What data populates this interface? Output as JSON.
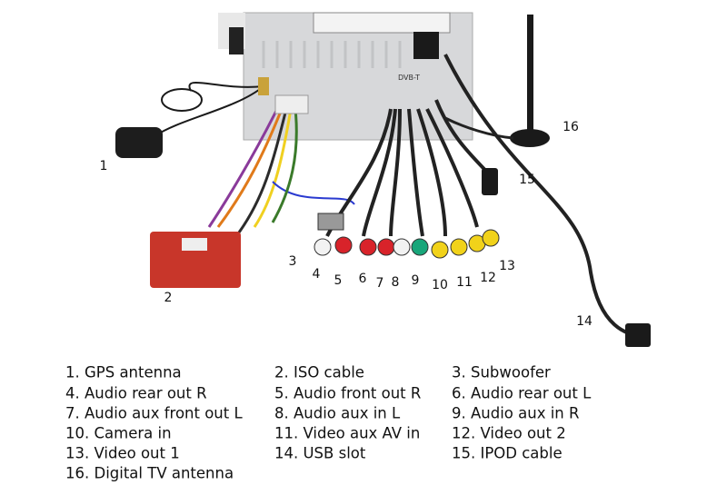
{
  "photo": {
    "port_label": "DVB-T",
    "callouts": [
      "1",
      "2",
      "3",
      "4",
      "5",
      "6",
      "7",
      "8",
      "9",
      "10",
      "11",
      "12",
      "13",
      "14",
      "15",
      "16"
    ]
  },
  "legend": [
    "1. GPS antenna",
    "2. ISO cable",
    "3. Subwoofer",
    "4. Audio rear out R",
    "5. Audio front out R",
    "6. Audio rear out L",
    "7. Audio aux front out L",
    "8. Audio aux in L",
    "9. Audio aux in R",
    "10. Camera in",
    "11. Video aux AV in",
    "12. Video out 2",
    "13. Video out 1",
    "14. USB slot",
    "15. IPOD cable",
    "16. Digital TV antenna"
  ],
  "colors": {
    "iso_box": "#c8362a",
    "rca_red": "#d8232a",
    "rca_white": "#f2f2f2",
    "rca_yellow": "#f1d21a",
    "rca_green": "#18a67a",
    "cable": "#1a1a1a",
    "chassis": "#d9dadc"
  }
}
